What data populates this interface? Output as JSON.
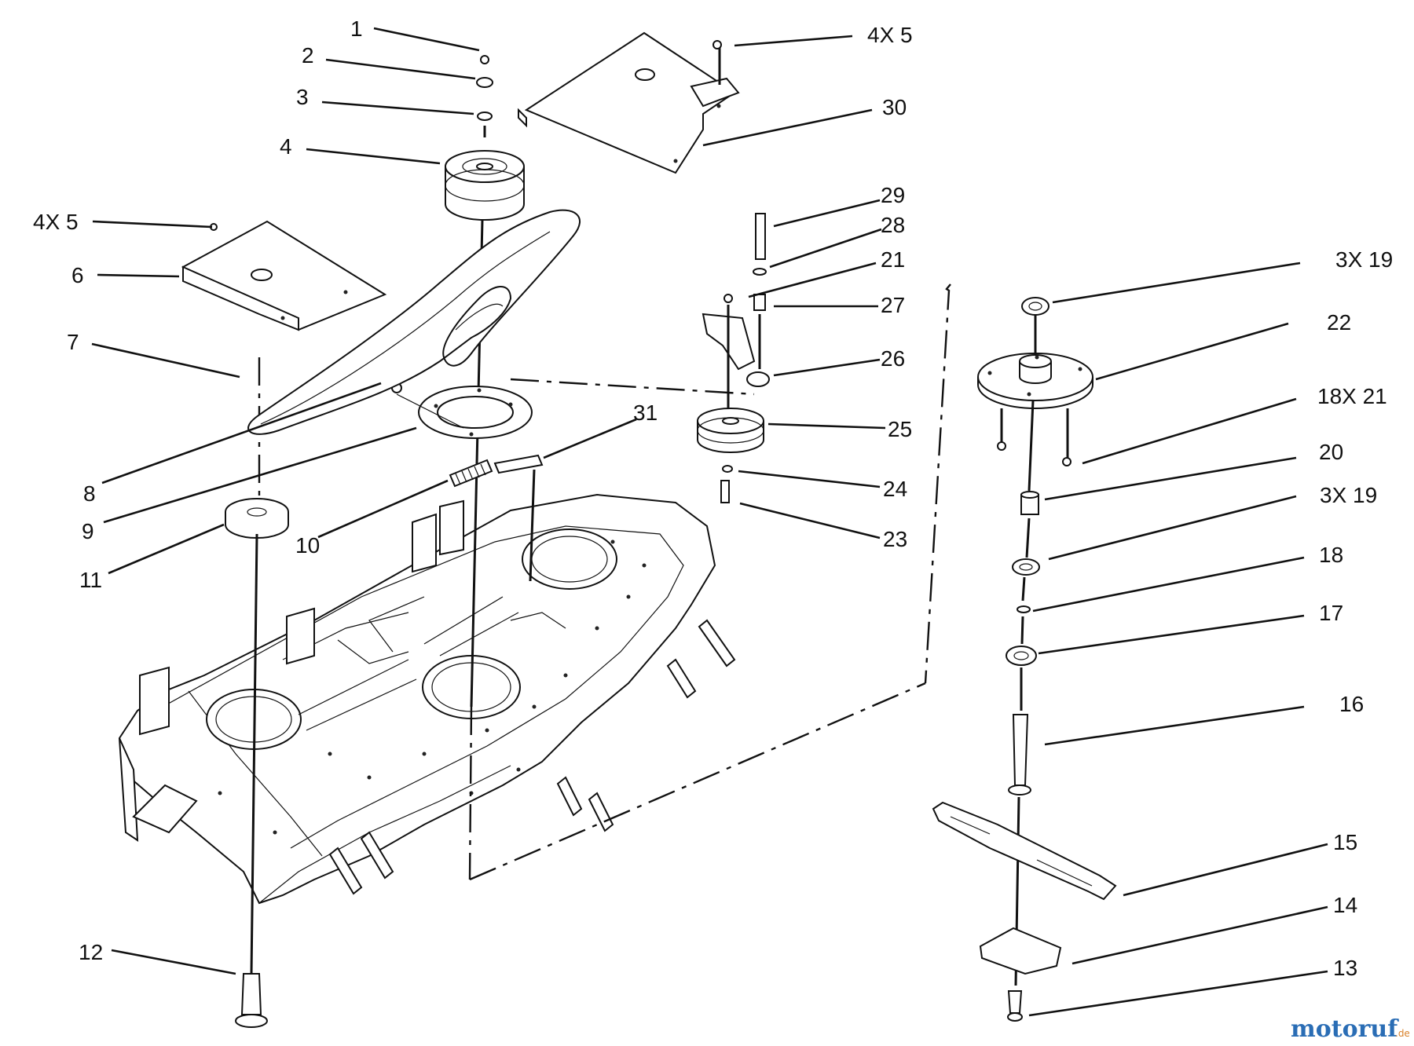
{
  "callouts": [
    {
      "id": "c1",
      "label": "1"
    },
    {
      "id": "c2",
      "label": "2"
    },
    {
      "id": "c3",
      "label": "3"
    },
    {
      "id": "c4",
      "label": "4"
    },
    {
      "id": "c4x5a",
      "label": "4X 5"
    },
    {
      "id": "c30",
      "label": "30"
    },
    {
      "id": "c4x5b",
      "label": "4X 5"
    },
    {
      "id": "c6",
      "label": "6"
    },
    {
      "id": "c7",
      "label": "7"
    },
    {
      "id": "c29",
      "label": "29"
    },
    {
      "id": "c28",
      "label": "28"
    },
    {
      "id": "c21",
      "label": "21"
    },
    {
      "id": "c27",
      "label": "27"
    },
    {
      "id": "c26",
      "label": "26"
    },
    {
      "id": "c25",
      "label": "25"
    },
    {
      "id": "c24",
      "label": "24"
    },
    {
      "id": "c23",
      "label": "23"
    },
    {
      "id": "c31",
      "label": "31"
    },
    {
      "id": "c8",
      "label": "8"
    },
    {
      "id": "c9",
      "label": "9"
    },
    {
      "id": "c10",
      "label": "10"
    },
    {
      "id": "c11",
      "label": "11"
    },
    {
      "id": "c12",
      "label": "12"
    },
    {
      "id": "c3x19a",
      "label": "3X 19"
    },
    {
      "id": "c22",
      "label": "22"
    },
    {
      "id": "c18x21",
      "label": "18X 21"
    },
    {
      "id": "c20",
      "label": "20"
    },
    {
      "id": "c3x19b",
      "label": "3X 19"
    },
    {
      "id": "c18",
      "label": "18"
    },
    {
      "id": "c17",
      "label": "17"
    },
    {
      "id": "c16",
      "label": "16"
    },
    {
      "id": "c15",
      "label": "15"
    },
    {
      "id": "c14",
      "label": "14"
    },
    {
      "id": "c13",
      "label": "13"
    }
  ],
  "watermark": {
    "brand": "motoruf",
    "suffix": ".de",
    "color_main": "#2a6db5",
    "color_accent": "#d9822b"
  }
}
